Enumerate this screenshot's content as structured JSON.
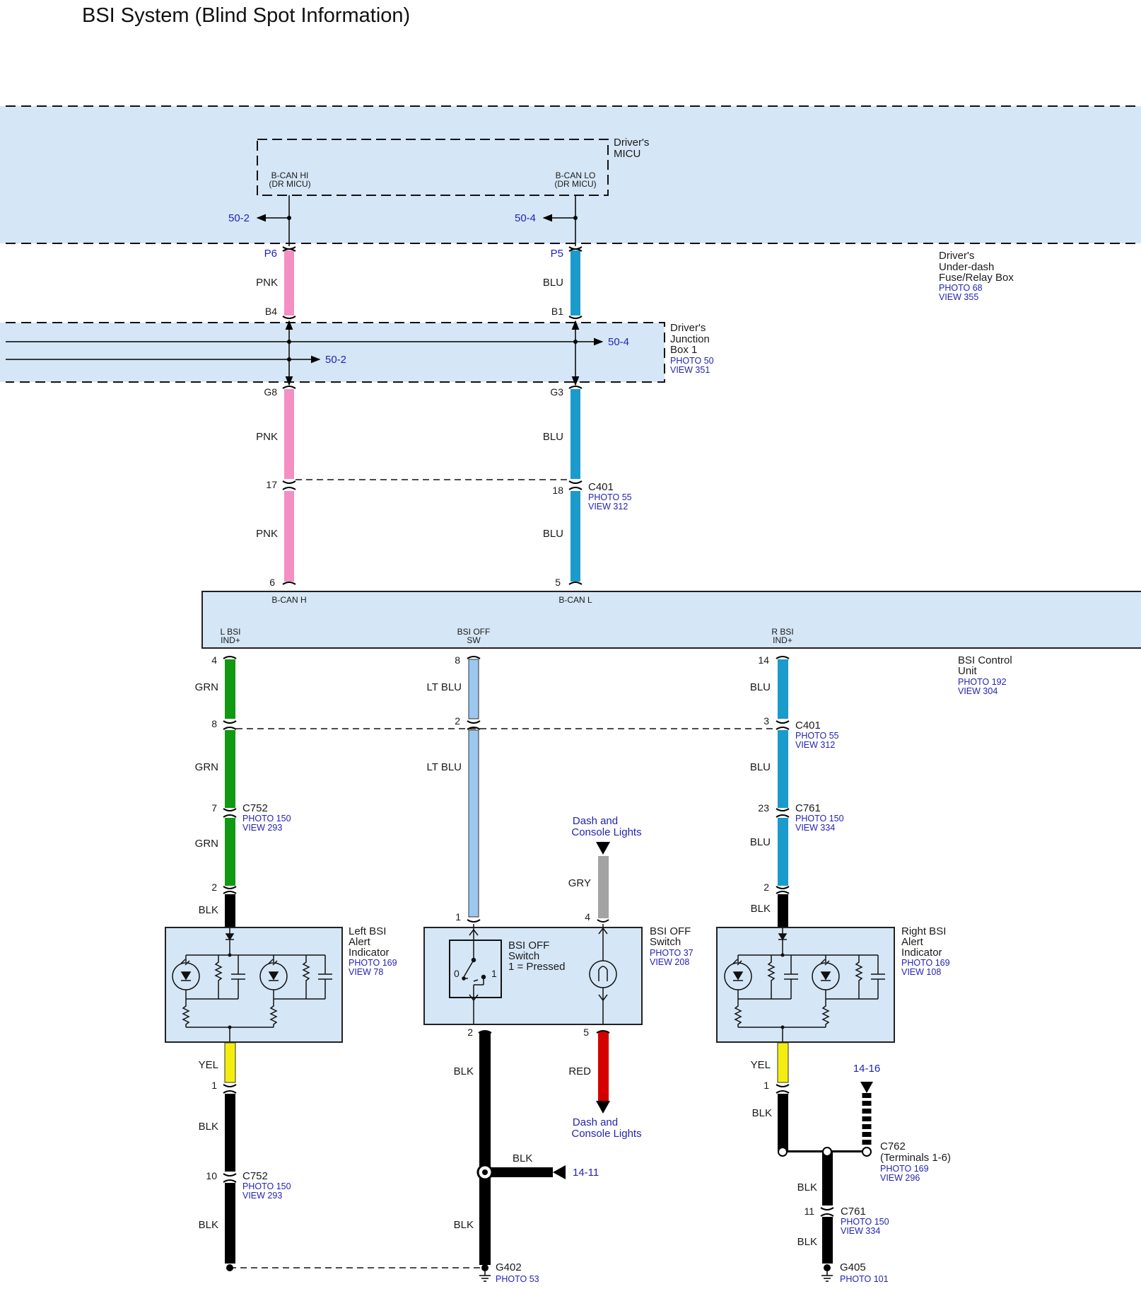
{
  "title": "BSI System (Blind Spot Information)",
  "colors": {
    "zone_fill": "#d5e6f6",
    "box_fill": "#d5e6f6",
    "wire_pnk": "#f48fc4",
    "wire_blu": "#1a9bcb",
    "wire_ltblu": "#9cc7f0",
    "wire_grn": "#119911",
    "wire_blk": "#000000",
    "wire_yel": "#f3ee10",
    "wire_gry": "#a3a3a3",
    "wire_red": "#d40000",
    "ref_text": "#2323b4"
  },
  "micu": {
    "title_line1": "Driver's",
    "title_line2": "MICU",
    "pin_hi_line1": "B-CAN HI",
    "pin_hi_line2": "(DR MICU)",
    "pin_lo_line1": "B-CAN LO",
    "pin_lo_line2": "(DR MICU)",
    "ref_left": "50-2",
    "ref_right": "50-4"
  },
  "fuse_box": {
    "line1": "Driver's",
    "line2": "Under-dash",
    "line3": "Fuse/Relay Box",
    "photo": "PHOTO 68",
    "view": "VIEW 355",
    "pin_left": "P6",
    "pin_right": "P5"
  },
  "junction_box": {
    "line1": "Driver's",
    "line2": "Junction",
    "line3": "Box 1",
    "photo": "PHOTO 50",
    "view": "VIEW 351",
    "pin_top_left": "B4",
    "pin_top_right": "B1",
    "pin_bottom_left": "G8",
    "pin_bottom_right": "G3",
    "arrow_upper": "50-4",
    "arrow_lower": "50-2"
  },
  "upper_wires": {
    "seg1_left": "PNK",
    "seg1_right": "BLU",
    "seg2_left": "PNK",
    "seg2_right": "BLU",
    "seg3_left": "PNK",
    "seg3_right": "BLU"
  },
  "c401_top": {
    "name": "C401",
    "photo": "PHOTO 55",
    "view": "VIEW 312",
    "pin_left": "17",
    "pin_right": "18"
  },
  "control_unit": {
    "pin_left": "6",
    "pin_right": "5",
    "bcan_h": "B-CAN H",
    "bcan_l": "B-CAN L",
    "lbsi_line1": "L BSI",
    "lbsi_line2": "IND+",
    "off_line1": "BSI OFF",
    "off_line2": "SW",
    "rbsi_line1": "R BSI",
    "rbsi_line2": "IND+",
    "name_line1": "BSI Control",
    "name_line2": "Unit",
    "photo": "PHOTO 192",
    "view": "VIEW 304",
    "out_pin_left": "4",
    "out_pin_mid": "8",
    "out_pin_right": "14"
  },
  "c401_mid": {
    "name": "C401",
    "photo": "PHOTO 55",
    "view": "VIEW 312",
    "pin_left": "8",
    "pin_mid": "2",
    "pin_right": "3"
  },
  "left_branch": {
    "wire1": "GRN",
    "wire2": "GRN",
    "wire3": "GRN",
    "c752_pin": "7",
    "c752_name": "C752",
    "c752_photo": "PHOTO 150",
    "c752_view": "VIEW 293",
    "ind_pin_top": "2",
    "wire_top_blk": "BLK",
    "ind_line1": "Left BSI",
    "ind_line2": "Alert",
    "ind_line3": "Indicator",
    "ind_photo": "PHOTO 169",
    "ind_view": "VIEW 78",
    "wire_yel": "YEL",
    "pin_after_yel": "1",
    "wire_blk1": "BLK",
    "c752b_pin": "10",
    "c752b_name": "C752",
    "c752b_photo": "PHOTO 150",
    "c752b_view": "VIEW 293",
    "wire_blk2": "BLK"
  },
  "mid_branch": {
    "wire1": "LT BLU",
    "wire2": "LT BLU",
    "pin_sw_in": "1",
    "pin_lamp_in": "4",
    "dash_top_line1": "Dash and",
    "dash_top_line2": "Console Lights",
    "wire_gry": "GRY",
    "switch_line1": "BSI OFF",
    "switch_line2": "Switch",
    "switch_line3": "1 = Pressed",
    "switch_pos0": "0",
    "switch_pos1": "1",
    "box_line1": "BSI OFF",
    "box_line2": "Switch",
    "box_photo": "PHOTO 37",
    "box_view": "VIEW 208",
    "pin_out_left": "2",
    "pin_out_right": "5",
    "wire_blk1": "BLK",
    "wire_red": "RED",
    "dash_bottom_line1": "Dash and",
    "dash_bottom_line2": "Console Lights",
    "splice_wire": "BLK",
    "splice_ref": "14-11",
    "wire_blk2": "BLK",
    "ground": "G402",
    "ground_photo": "PHOTO 53"
  },
  "right_branch": {
    "wire1": "BLU",
    "wire2": "BLU",
    "wire3": "BLU",
    "c761_pin": "23",
    "c761_name": "C761",
    "c761_photo": "PHOTO 150",
    "c761_view": "VIEW 334",
    "ind_pin_top": "2",
    "wire_top_blk": "BLK",
    "ind_line1": "Right BSI",
    "ind_line2": "Alert",
    "ind_line3": "Indicator",
    "ind_photo": "PHOTO 169",
    "ind_view": "VIEW 108",
    "wire_yel": "YEL",
    "pin_after_yel": "1",
    "wire_blk1": "BLK",
    "ref_1416": "14-16",
    "c762_name": "C762",
    "c762_terms": "(Terminals 1-6)",
    "c762_photo": "PHOTO 169",
    "c762_view": "VIEW 296",
    "wire_blk2": "BLK",
    "c761b_pin": "11",
    "c761b_name": "C761",
    "c761b_photo": "PHOTO 150",
    "c761b_view": "VIEW 334",
    "wire_blk3": "BLK",
    "ground": "G405",
    "ground_photo": "PHOTO 101"
  }
}
